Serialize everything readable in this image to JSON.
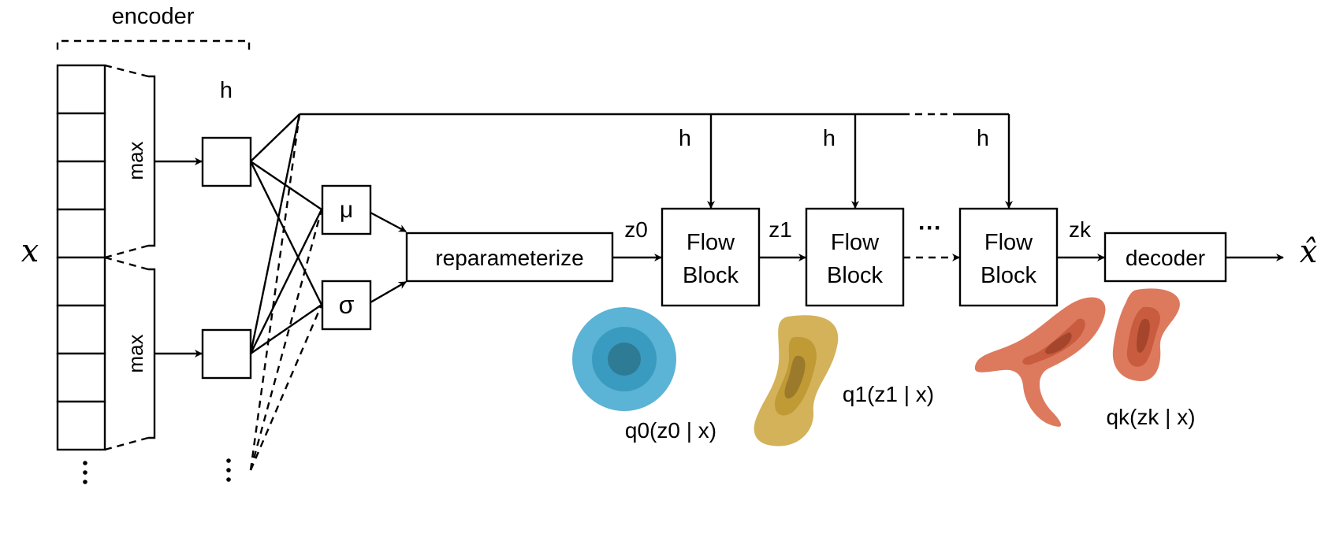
{
  "labels": {
    "encoder": "encoder",
    "h_top": "h",
    "max_upper": "max",
    "max_lower": "max",
    "input_var": "x",
    "mu": "μ",
    "sigma": "σ",
    "reparameterize": "reparameterize",
    "z0": "z0",
    "z1": "z1",
    "zk": "zk",
    "h_flow1": "h",
    "h_flow2": "h",
    "h_flowk": "h",
    "flow_line1": "Flow",
    "flow_line2": "Block",
    "decoder": "decoder",
    "output_var": "x̂",
    "ellipsis_h": "···",
    "q0": "q0(z0 | x)",
    "q1": "q1(z1 | x)",
    "qk": "qk(zk | x)"
  },
  "colors": {
    "q0_outer": "#5bb3d5",
    "q0_mid": "#3a9bc0",
    "q0_inner": "#2e7b95",
    "q1_outer": "#d4b25a",
    "q1_mid": "#c09a35",
    "q1_inner": "#9c7a2c",
    "qk_outer": "#dd7a5e",
    "qk_mid": "#c95c3e",
    "qk_inner": "#a5452c"
  }
}
